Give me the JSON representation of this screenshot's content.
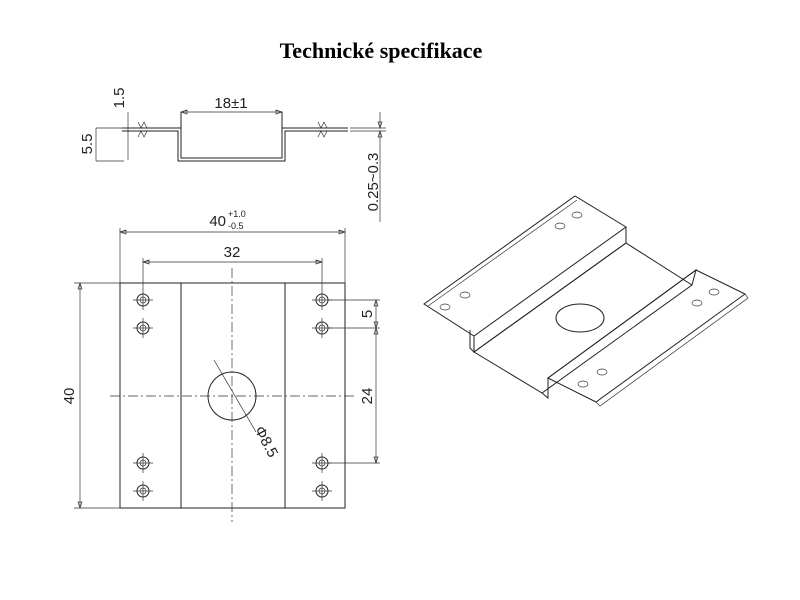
{
  "title": "Technické specifikace",
  "side_view": {
    "dim_top_width": "18±1",
    "dim_lip": "1.5",
    "dim_height": "5.5",
    "dim_thickness": "0.25~0.3"
  },
  "top_view": {
    "dim_width_main": "40",
    "dim_width_tol_plus": "+1.0",
    "dim_width_tol_minus": "-0.5",
    "dim_hole_span": "32",
    "dim_height": "40",
    "dim_hole_pitch": "5",
    "dim_hole_gap": "24",
    "dim_center_hole": "Φ8.5"
  },
  "colors": {
    "line": "#222222",
    "background": "#ffffff"
  }
}
